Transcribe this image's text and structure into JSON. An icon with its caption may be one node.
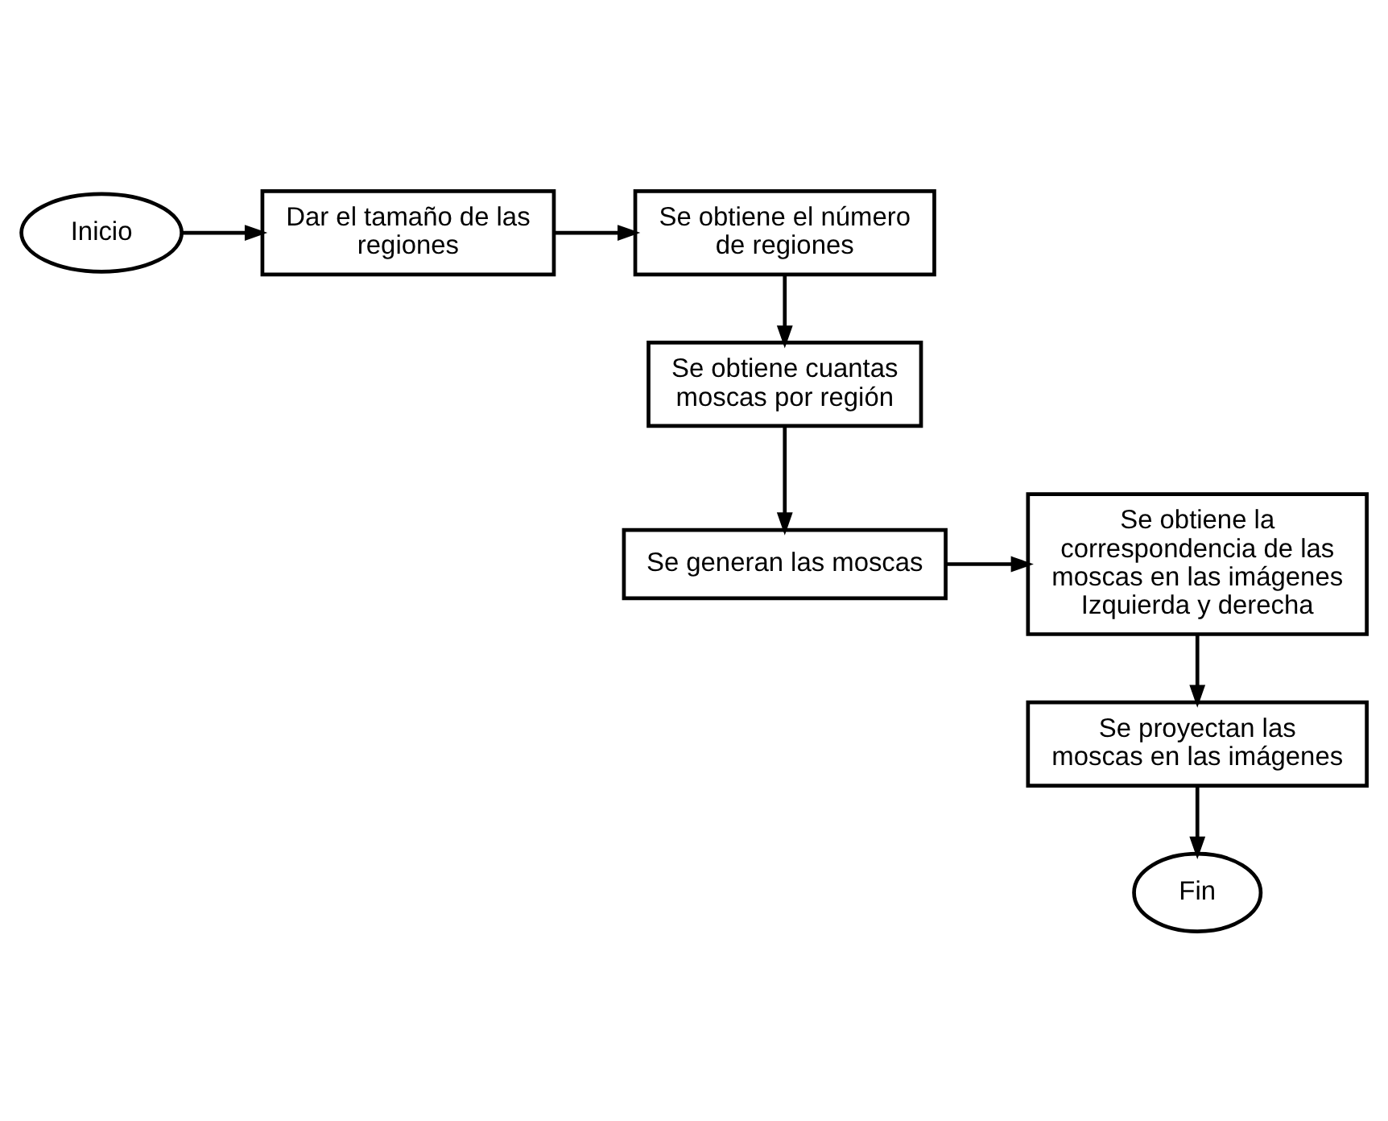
{
  "diagram": {
    "nodes": [
      {
        "text": [
          "Inicio"
        ]
      },
      {
        "text": [
          "Dar el tamaño de las regiones"
        ]
      },
      {
        "text": [
          "Se obtiene el número de regiones"
        ]
      },
      {
        "text": [
          "Se obtiene cuantas moscas por región"
        ]
      },
      {
        "text": [
          "Se generan las moscas"
        ]
      },
      {
        "text": [
          "Se obtiene la correspondencia de las moscas en las imágenes Izquierda y derecha"
        ]
      },
      {
        "text": [
          "Se proyectan las moscas en las imágenes"
        ]
      },
      {
        "text": [
          "Fin"
        ]
      }
    ],
    "edges": [
      {
        "from": 0,
        "to": 1,
        "arrow": "to"
      },
      {
        "from": 1,
        "to": 2,
        "arrow": "to"
      },
      {
        "from": 2,
        "to": 3,
        "arrow": "to"
      },
      {
        "from": 3,
        "to": 4,
        "arrow": "to"
      },
      {
        "from": 4,
        "to": 5,
        "arrow": "to"
      },
      {
        "from": 5,
        "to": 6,
        "arrow": "to"
      },
      {
        "from": 6,
        "to": 7,
        "arrow": "to"
      }
    ]
  }
}
